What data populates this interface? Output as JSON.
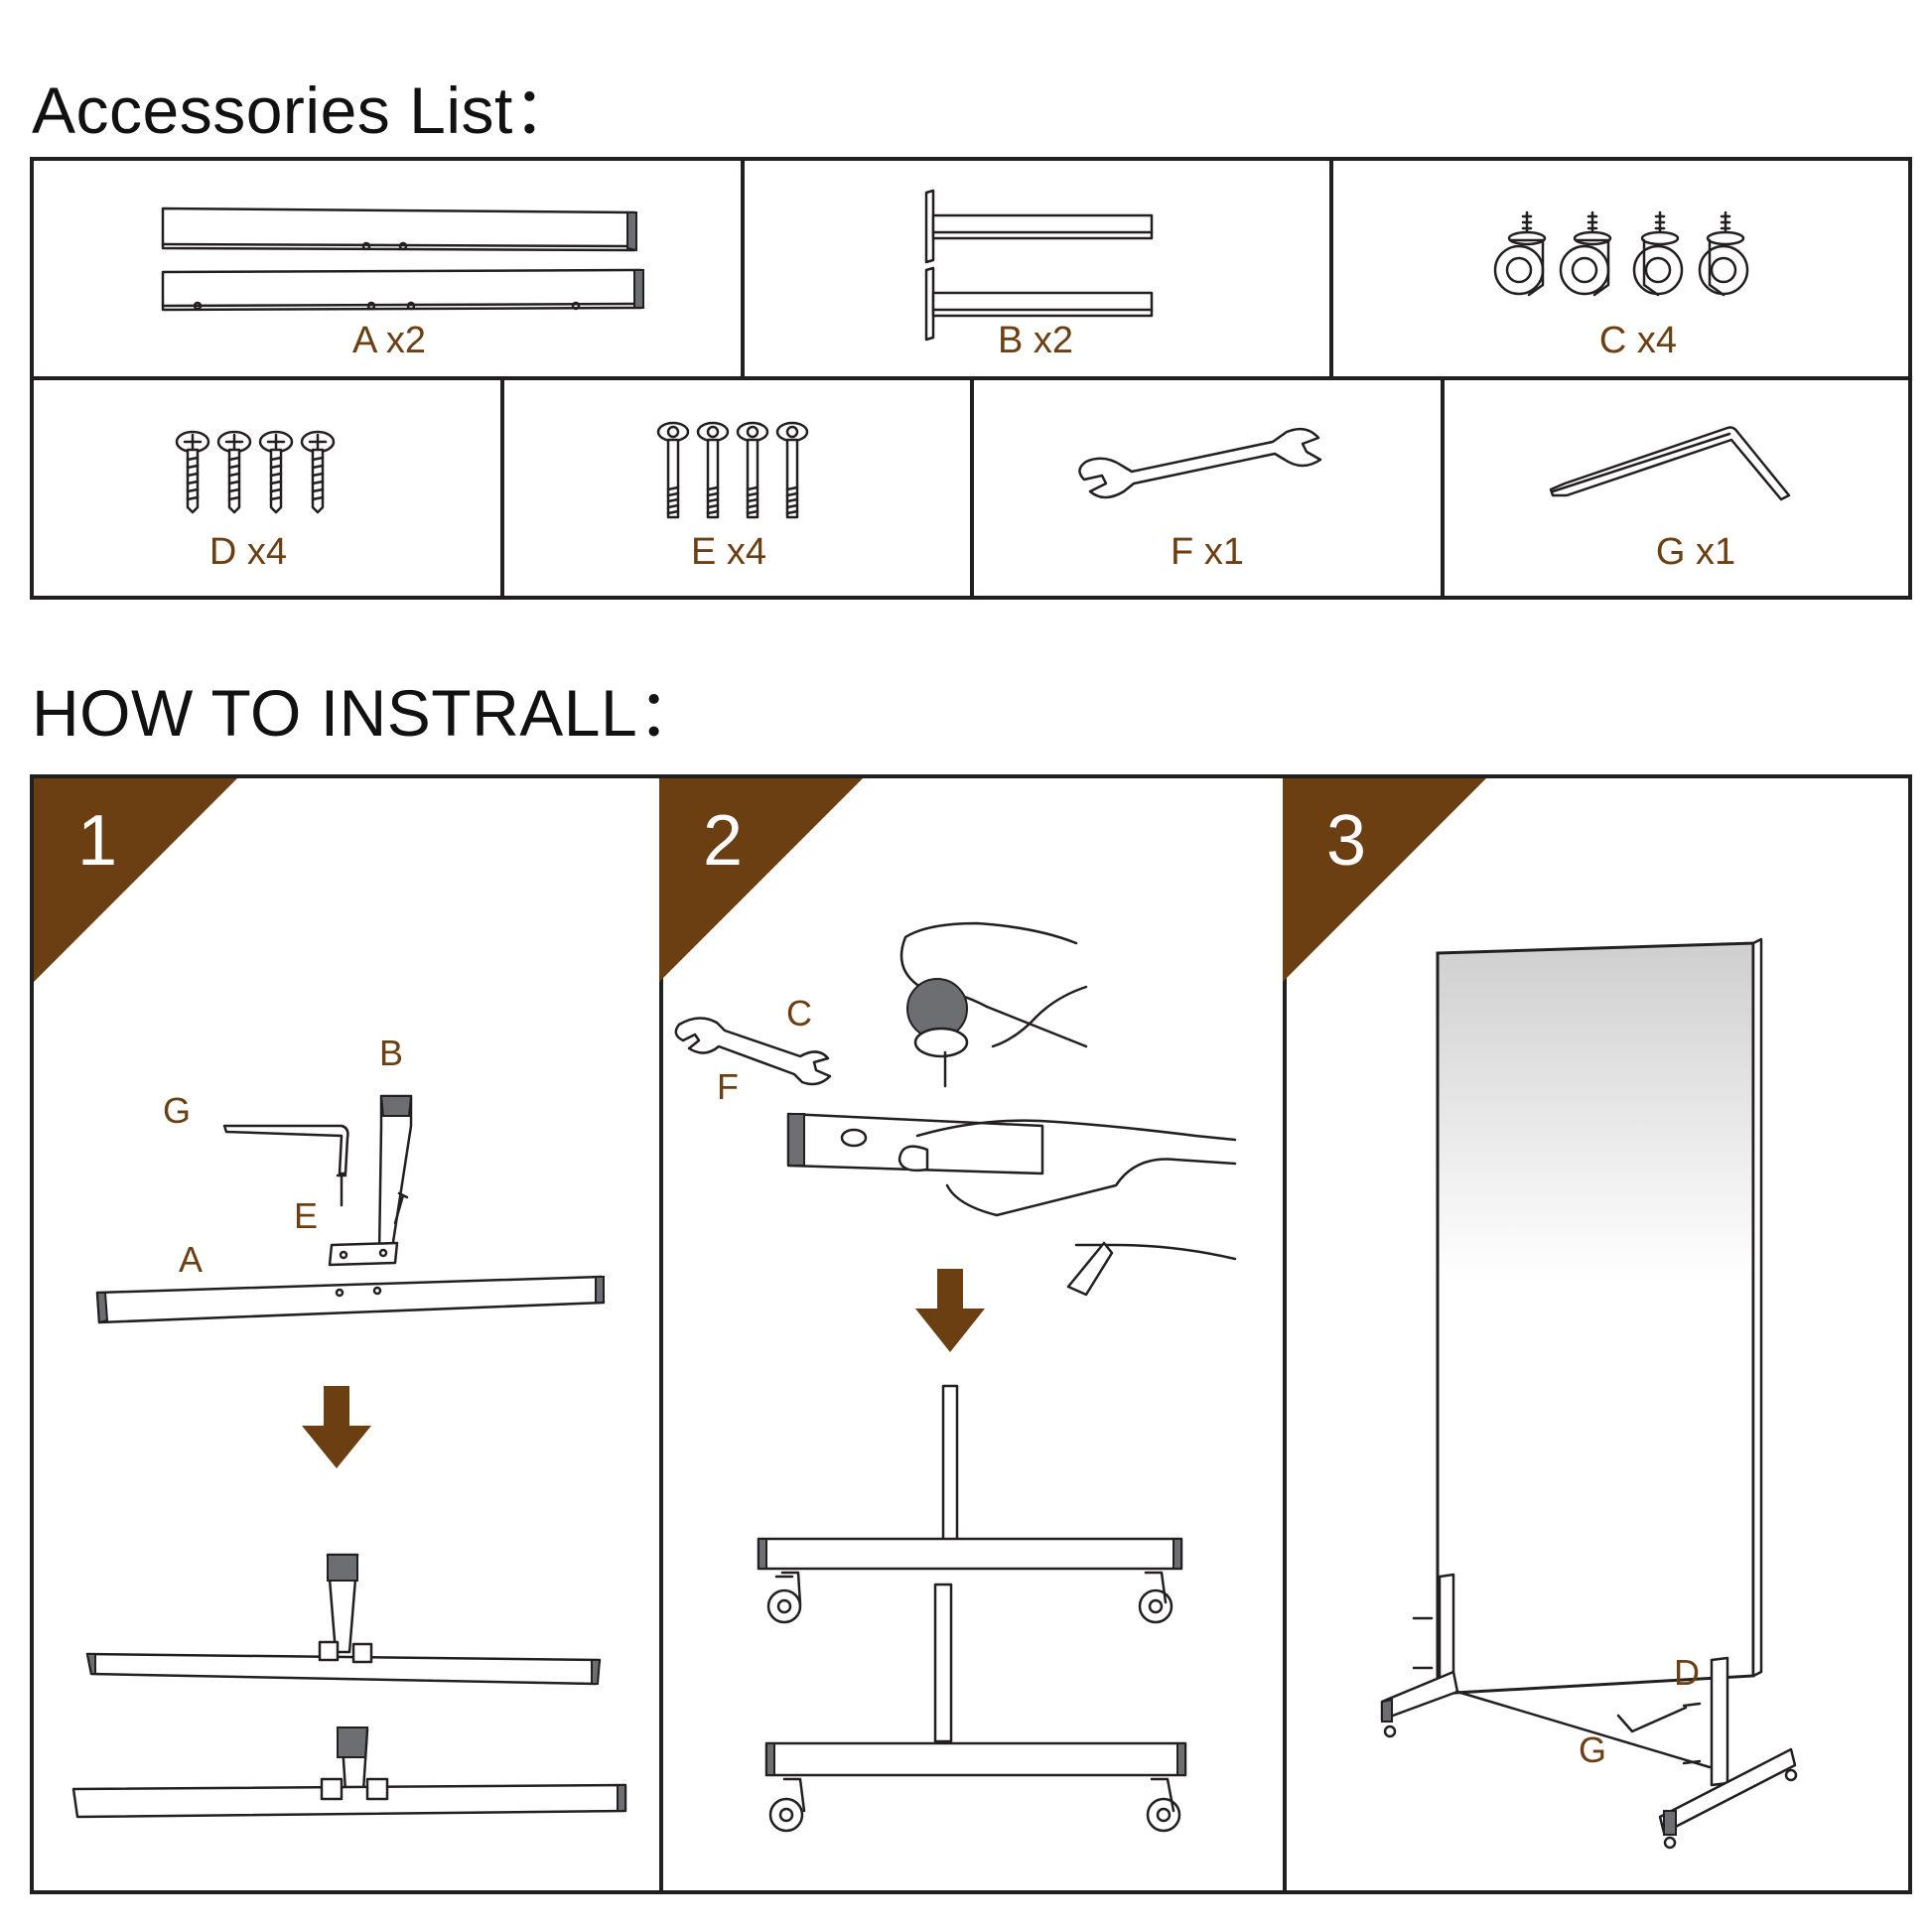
{
  "accessories": {
    "title": "Accessories List：",
    "items": [
      {
        "letter": "A",
        "qty": "x2",
        "label": "A x2"
      },
      {
        "letter": "B",
        "qty": "x2",
        "label": "B x2"
      },
      {
        "letter": "C",
        "qty": "x4",
        "label": "C x4"
      },
      {
        "letter": "D",
        "qty": "x4",
        "label": "D x4"
      },
      {
        "letter": "E",
        "qty": "x4",
        "label": "E x4"
      },
      {
        "letter": "F",
        "qty": "x1",
        "label": "F x1"
      },
      {
        "letter": "G",
        "qty": "x1",
        "label": "G x1"
      }
    ]
  },
  "install": {
    "title": "HOW TO INSTRALL：",
    "steps": [
      {
        "number": "1",
        "callouts": {
          "b": "B",
          "g": "G",
          "e": "E",
          "a": "A"
        }
      },
      {
        "number": "2",
        "callouts": {
          "c": "C",
          "f": "F"
        }
      },
      {
        "number": "3",
        "callouts": {
          "d": "D",
          "g": "G"
        }
      }
    ]
  },
  "colors": {
    "accent": "#6b3f12",
    "line": "#231f20",
    "text": "#111111"
  }
}
